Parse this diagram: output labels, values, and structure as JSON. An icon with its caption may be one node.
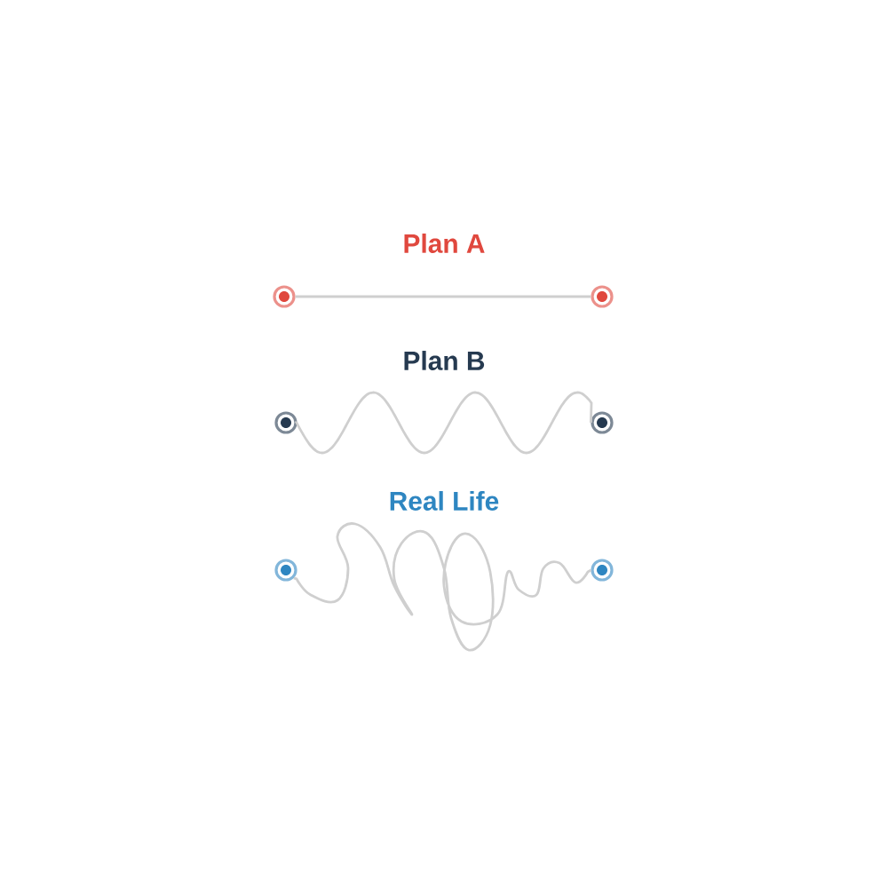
{
  "diagram": {
    "nodes": [
      {
        "text": [],
        "shape": "circle"
      },
      {
        "text": [],
        "shape": "circle"
      },
      {
        "text": [],
        "shape": "circle"
      },
      {
        "text": [],
        "shape": "circle"
      },
      {
        "text": [],
        "shape": "circle"
      },
      {
        "text": [],
        "shape": "circle"
      }
    ],
    "edges": [
      {
        "from": 0,
        "to": 1,
        "arrow": "none"
      },
      {
        "from": 2,
        "to": 3,
        "arrow": "none"
      },
      {
        "from": 4,
        "to": 5,
        "arrow": "none"
      }
    ],
    "labels": [
      "Plan A",
      "Plan B",
      "Real Life"
    ]
  }
}
